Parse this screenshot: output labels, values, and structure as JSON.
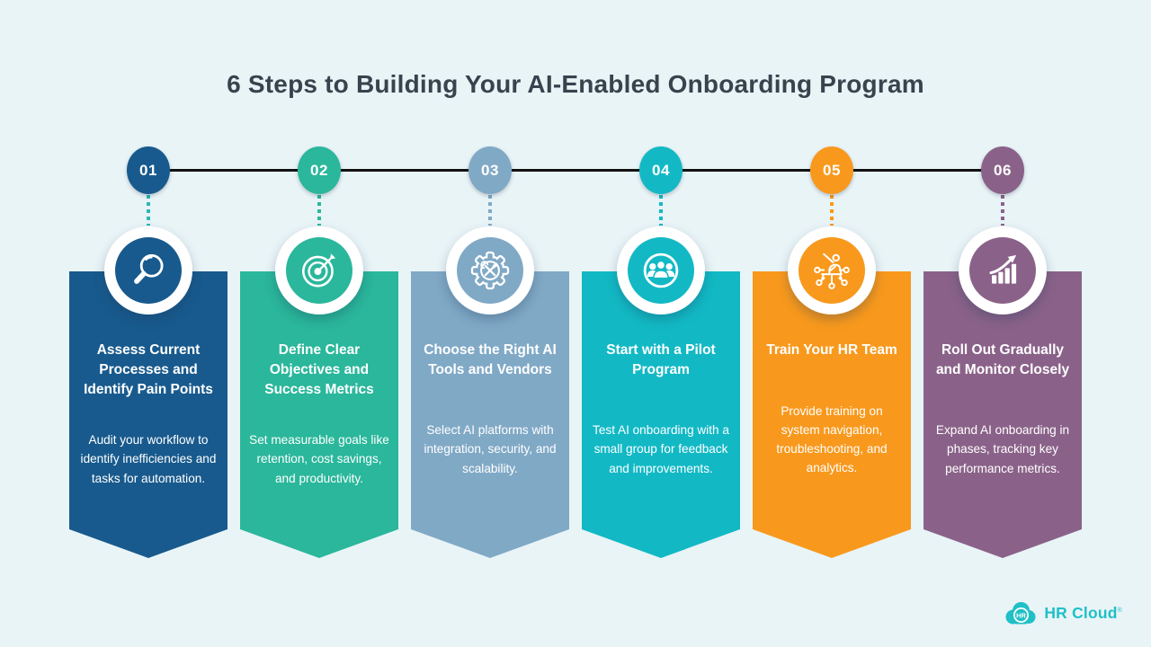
{
  "header": {
    "title": "6 Steps to Building Your AI-Enabled Onboarding Program"
  },
  "colors": {
    "background": "#E9F4F7",
    "title_text": "#39434E",
    "timeline_line": "#121212",
    "brand_teal": "#1FC0C6"
  },
  "steps": [
    {
      "number": "01",
      "color": "#185A8D",
      "connector_color": "#2BB8B1",
      "icon": "magnifier-icon",
      "title": "Assess Current Processes and Identify Pain Points",
      "body": "Audit your workflow to identify inefficiencies and tasks for automation."
    },
    {
      "number": "02",
      "color": "#2AB79B",
      "connector_color": "#2AB79B",
      "icon": "target-icon",
      "title": "Define Clear Objectives and Success Metrics",
      "body": "Set measurable goals like retention, cost savings, and productivity."
    },
    {
      "number": "03",
      "color": "#80A9C6",
      "connector_color": "#80A9C6",
      "icon": "gear-tools-icon",
      "title": "Choose the Right AI Tools and Vendors",
      "body": "Select AI platforms with integration, security, and scalability."
    },
    {
      "number": "04",
      "color": "#12B9C5",
      "connector_color": "#12B9C5",
      "icon": "team-icon",
      "title": "Start with a Pilot Program",
      "body": "Test AI onboarding with a small group for feedback and improvements."
    },
    {
      "number": "05",
      "color": "#F8991D",
      "connector_color": "#F8991D",
      "icon": "trainer-icon",
      "title": "Train Your HR Team",
      "body": "Provide training on system navigation, troubleshooting, and analytics."
    },
    {
      "number": "06",
      "color": "#8A6289",
      "connector_color": "#8A6289",
      "icon": "growth-chart-icon",
      "title": "Roll Out Gradually and Monitor Closely",
      "body": "Expand AI onboarding in phases, tracking key performance metrics."
    }
  ],
  "footer": {
    "brand_badge": "HR",
    "brand_name": "HR Cloud",
    "brand_mark": "®"
  }
}
